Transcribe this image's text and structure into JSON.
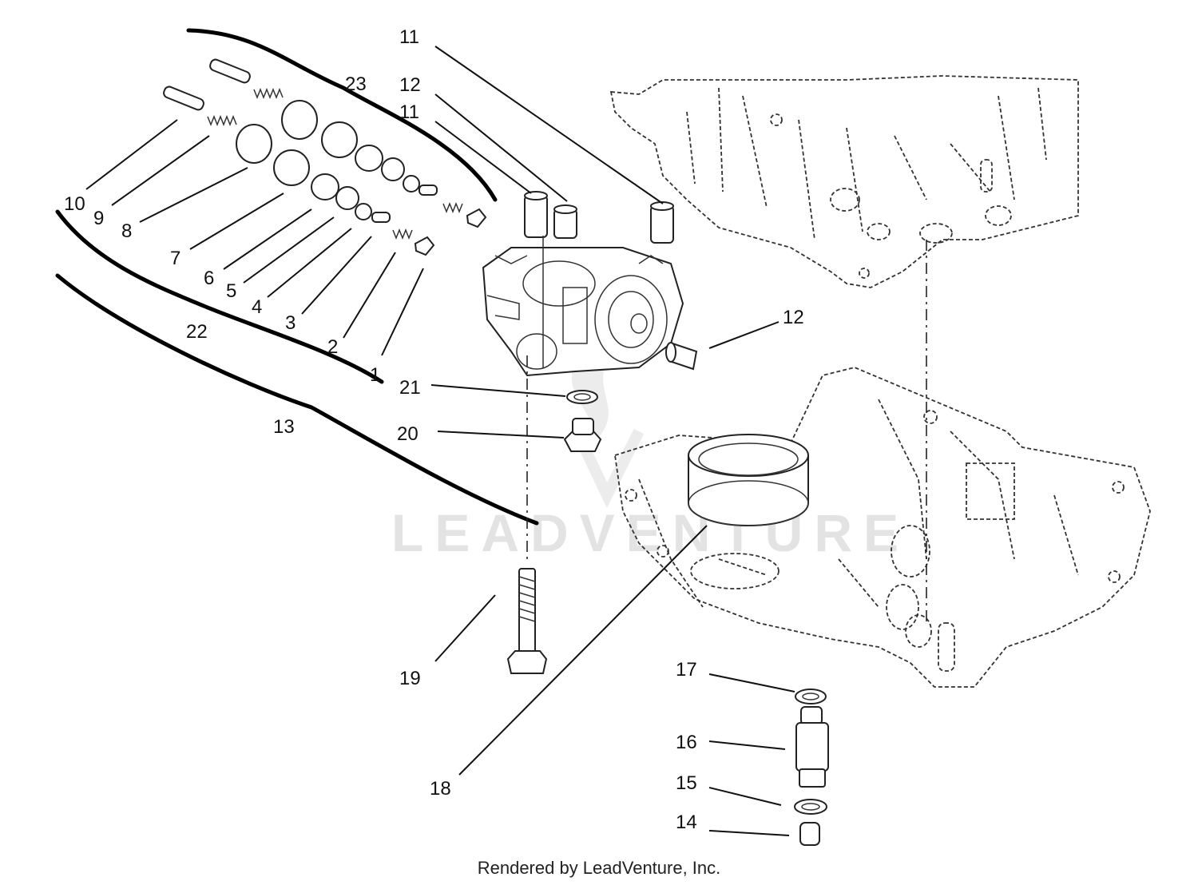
{
  "watermark": "LEADVENTURE",
  "footer": "Rendered by LeadVenture, Inc.",
  "callouts": [
    "1",
    "2",
    "3",
    "4",
    "5",
    "6",
    "7",
    "8",
    "9",
    "10",
    "11",
    "11",
    "12",
    "12",
    "13",
    "14",
    "15",
    "16",
    "17",
    "18",
    "19",
    "20",
    "21",
    "22",
    "23"
  ]
}
